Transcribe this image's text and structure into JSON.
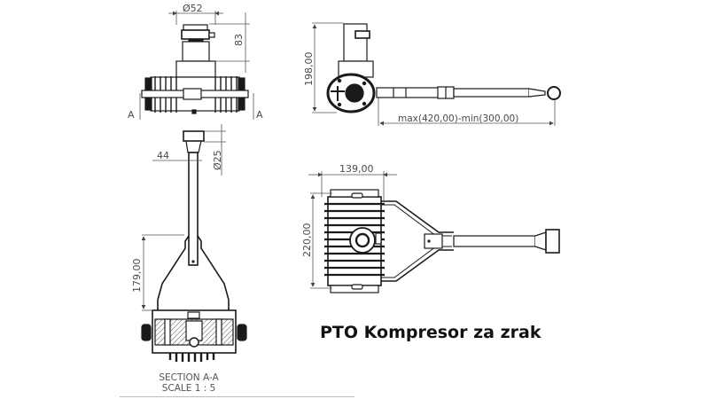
{
  "title": "PTO Kompresor za zrak",
  "colors": {
    "background": "#ffffff",
    "line": "#1a1a1a",
    "dimension": "#555555",
    "title_text": "#111111"
  },
  "views": {
    "top_left": {
      "name": "front view",
      "dimensions": {
        "diameter": "Ø52",
        "height": "83"
      },
      "section_markers": [
        "A",
        "A"
      ]
    },
    "top_right": {
      "name": "side view",
      "dimensions": {
        "height": "198,00",
        "length_range": "max(420,00)-min(300,00)"
      }
    },
    "bottom_left": {
      "name": "section view",
      "dimensions": {
        "width": "44",
        "diameter": "Ø25",
        "height": "179,00"
      },
      "caption_line1": "SECTION A-A",
      "caption_line2": "SCALE 1 : 5"
    },
    "bottom_right": {
      "name": "top view",
      "dimensions": {
        "width": "139,00",
        "height": "220,00"
      }
    }
  }
}
